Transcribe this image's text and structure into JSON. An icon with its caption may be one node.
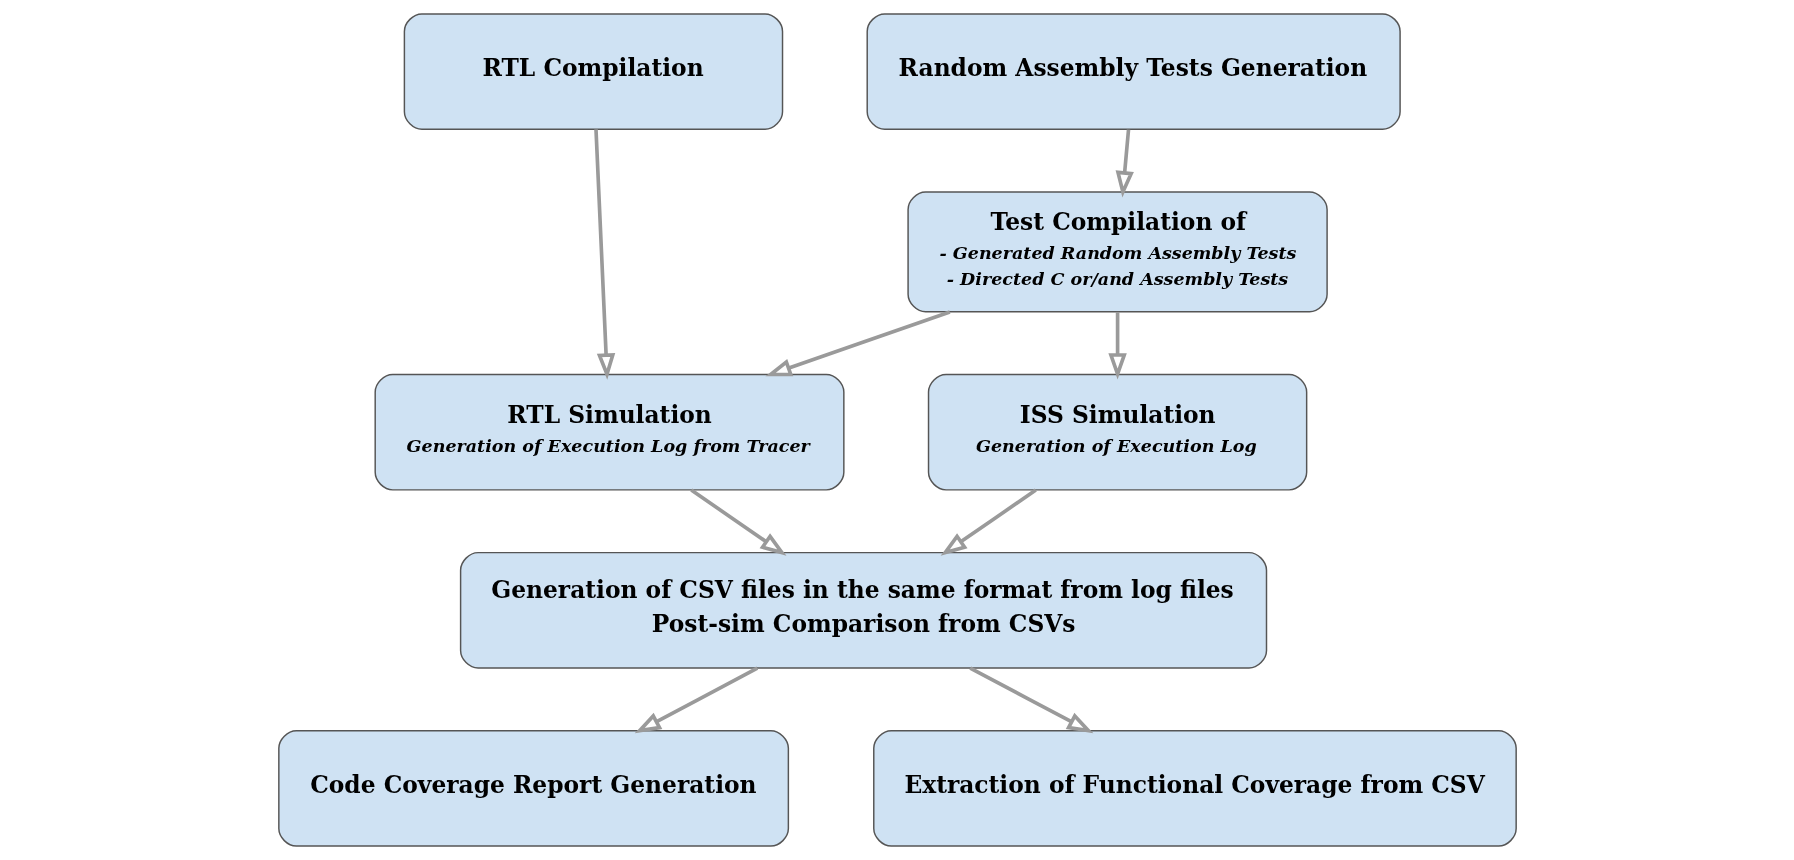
{
  "diagram": {
    "nodes": [
      {
        "text": [
          "RTL Compilation"
        ]
      },
      {
        "text": [
          "Random Assembly Tests Generation"
        ]
      },
      {
        "text": [
          "Test Compilation of",
          "- Generated Random Assembly Tests",
          "- Directed C or/and Assembly Tests"
        ]
      },
      {
        "text": [
          "RTL Simulation",
          "Generation of Execution Log from Tracer"
        ]
      },
      {
        "text": [
          "ISS Simulation",
          "Generation of Execution Log"
        ]
      },
      {
        "text": [
          "Generation of CSV files in the same format from log files",
          "Post-sim Comparison from CSVs"
        ]
      },
      {
        "text": [
          "Code Coverage Report Generation"
        ]
      },
      {
        "text": [
          "Extraction of Functional Coverage from CSV"
        ]
      }
    ],
    "edges": [
      {
        "from": 0,
        "to": 3,
        "arrow": "to"
      },
      {
        "from": 1,
        "to": 2,
        "arrow": "to"
      },
      {
        "from": 2,
        "to": 3,
        "arrow": "to"
      },
      {
        "from": 2,
        "to": 4,
        "arrow": "to"
      },
      {
        "from": 3,
        "to": 5,
        "arrow": "to"
      },
      {
        "from": 4,
        "to": 5,
        "arrow": "to"
      },
      {
        "from": 5,
        "to": 6,
        "arrow": "to"
      },
      {
        "from": 5,
        "to": 7,
        "arrow": "to"
      }
    ]
  }
}
